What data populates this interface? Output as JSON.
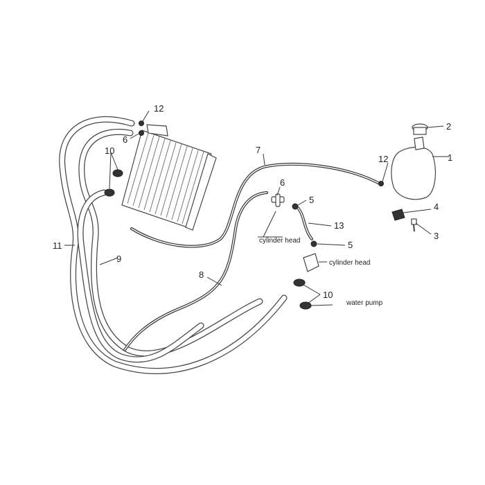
{
  "callouts": {
    "c1": "1",
    "c2": "2",
    "c3": "3",
    "c4": "4",
    "c5a": "5",
    "c5b": "5",
    "c6a": "6",
    "c6b": "6",
    "c7": "7",
    "c8": "8",
    "c9": "9",
    "c10a": "10",
    "c10b": "10",
    "c11": "11",
    "c12a": "12",
    "c12b": "12",
    "c13": "13"
  },
  "labels": {
    "cylinder_head_1": "cylinder head",
    "cylinder_head_2": "cylinder head",
    "water_pump": "water pump"
  }
}
